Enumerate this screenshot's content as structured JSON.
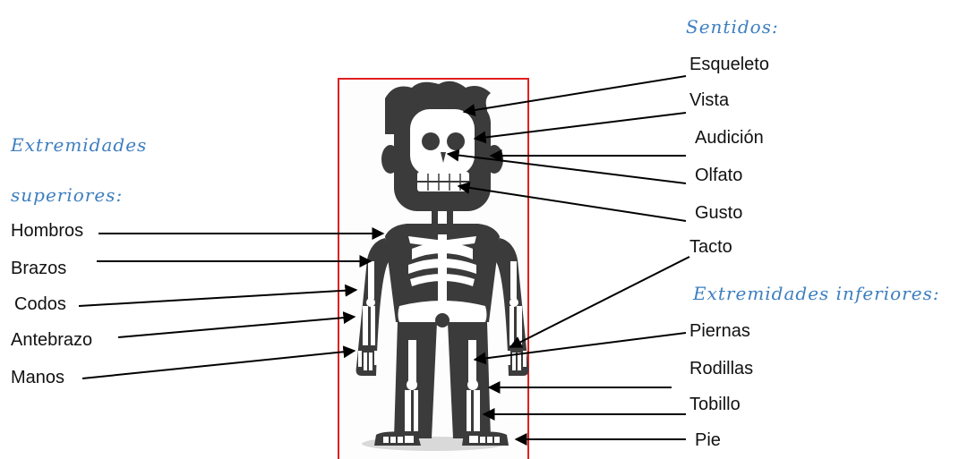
{
  "headings": {
    "senses": "Sentidos:",
    "upper_line1": "Extremidades",
    "upper_line2": "superiores:",
    "lower": "Extremidades inferiores:"
  },
  "labels": {
    "left": [
      "Hombros",
      "Brazos",
      "Codos",
      "Antebrazo",
      "Manos"
    ],
    "right": [
      "Esqueleto",
      "Vista",
      "Audición",
      "Olfato",
      "Gusto",
      "Tacto",
      "Piernas",
      "Rodillas",
      "Tobillo",
      "Pie"
    ]
  },
  "colors": {
    "heading": "#3d7fbf",
    "frame": "#e02020",
    "body": "#3b3b3b",
    "bone": "#ffffff",
    "arrow": "#000000"
  }
}
